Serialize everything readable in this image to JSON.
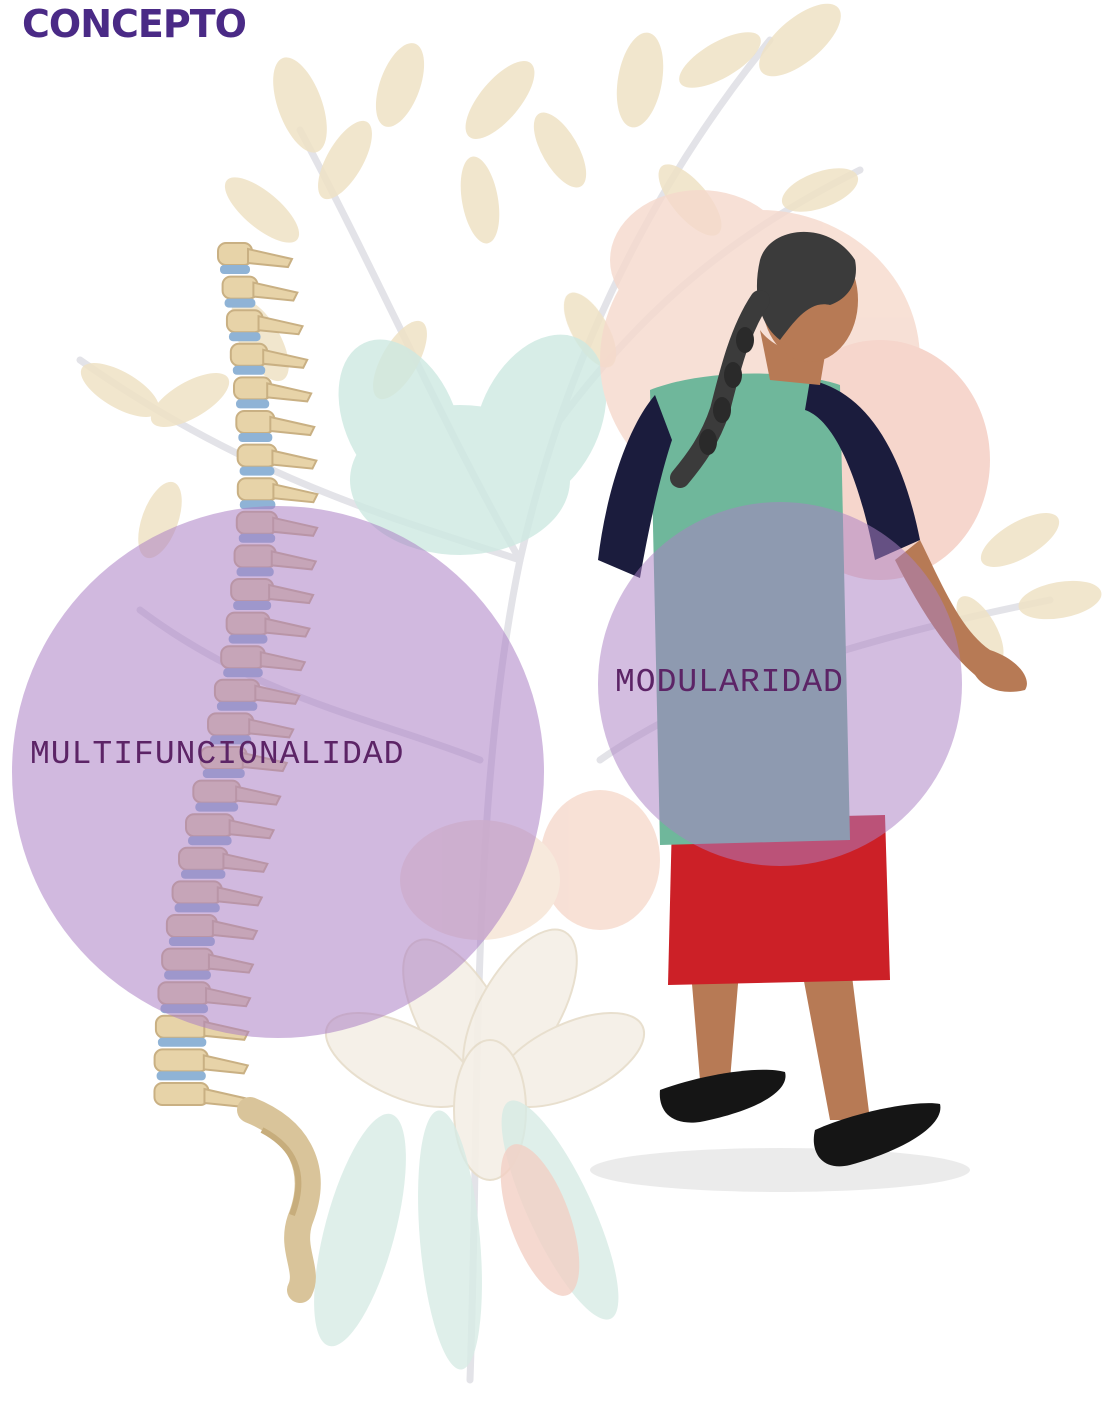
{
  "header": {
    "title": "CONCEPTO"
  },
  "concepts": [
    {
      "label": "MULTIFUNCIONALIDAD"
    },
    {
      "label": "MODULARIDAD"
    }
  ],
  "colors": {
    "title": "#4a2a86",
    "bubble": "#ab80c4",
    "label": "#5c2466",
    "leaf": "#efe2c4",
    "flower_mint": "#cde9e1",
    "flower_pink": "#f6d9cc",
    "spine_bone": "#e7d3a8",
    "spine_disc": "#8fb3d6",
    "shirt": "#6fb79b",
    "skirt": "#cc2027",
    "sleeve": "#1b1c3d",
    "skin": "#b77a55",
    "hair": "#3b3b3b"
  },
  "illustration": {
    "subjects": [
      "spine-illustration",
      "walking-woman-illustration",
      "floral-background"
    ]
  }
}
